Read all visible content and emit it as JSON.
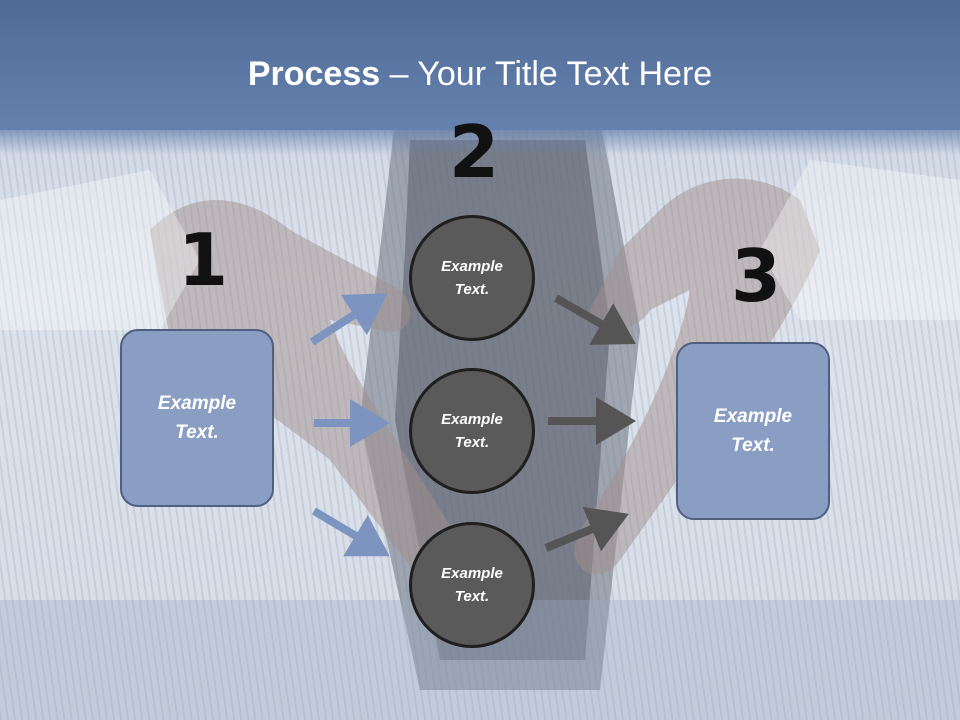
{
  "slide": {
    "title_bold": "Process",
    "title_rest": " – Your Title Text Here"
  },
  "steps": {
    "step1": {
      "number": "1",
      "box_text": "Example\nText."
    },
    "step2": {
      "number": "2",
      "circles": [
        "Example\nText.",
        "Example\nText.",
        "Example\nText."
      ]
    },
    "step3": {
      "number": "3",
      "box_text": "Example\nText."
    }
  },
  "colors": {
    "header": "#5c77a3",
    "box_fill": "#8a9dc3",
    "circle_fill": "#5a5a5a",
    "arrow_blue": "#7d93c0",
    "arrow_dark": "#555555"
  }
}
